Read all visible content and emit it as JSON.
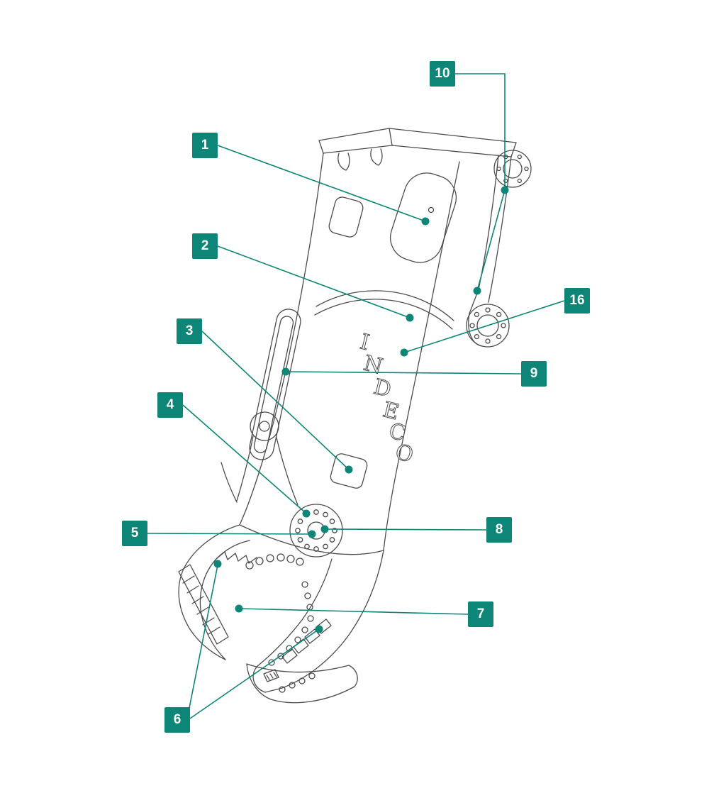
{
  "diagram": {
    "kind": "numbered-parts-callout-diagram",
    "logo_text": "INDECO",
    "logo_letters": [
      "I",
      "N",
      "D",
      "E",
      "C",
      "O"
    ]
  },
  "colors": {
    "accent_teal": "#0d8577",
    "line_art": "#4b4b4b",
    "background": "#ffffff",
    "badge_text": "#ffffff"
  },
  "callouts": [
    {
      "label": "1"
    },
    {
      "label": "2"
    },
    {
      "label": "3"
    },
    {
      "label": "4"
    },
    {
      "label": "5"
    },
    {
      "label": "6"
    },
    {
      "label": "7"
    },
    {
      "label": "8"
    },
    {
      "label": "9"
    },
    {
      "label": "10"
    },
    {
      "label": "16"
    }
  ]
}
